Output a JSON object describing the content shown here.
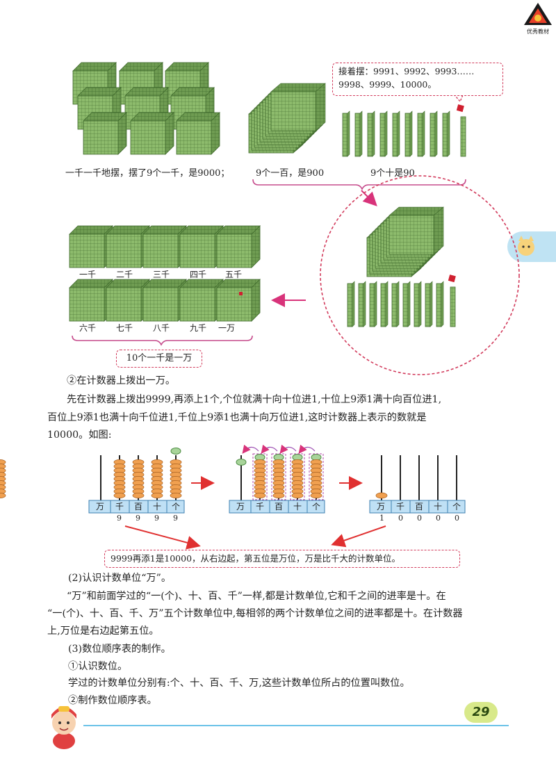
{
  "logo": {
    "text": "优秀教材"
  },
  "figure1": {
    "caption_left": "一千一千地摆，摆了9个一千，是9000；",
    "caption_hundreds": "9个一百，是900",
    "caption_tens": "9个十是90",
    "bubble_line1": "接着摆：9991、9992、9993……",
    "bubble_line2": "9998、9999、10000。",
    "row1_labels": [
      "一千",
      "二千",
      "三千",
      "四千",
      "五千"
    ],
    "row2_labels": [
      "六千",
      "七千",
      "八千",
      "九千",
      "一万"
    ],
    "ten_thousands_box": "10个一千是一万"
  },
  "text": {
    "step2_title": "②在计数器上拨出一万。",
    "para1_line1": "先在计数器上拨出9999,再添上1个,个位就满十向十位进1,十位上9添1满十向百位进1,",
    "para1_line2": "百位上9添1也满十向千位进1,千位上9添1也满十向万位进1,这时计数器上表示的数就是",
    "para1_line3": "10000。如图:",
    "abacus_conclusion": "9999再添1是10000，从右边起，第五位是万位，万是比千大的计数单位。",
    "section2_title": "(2)认识计数单位“万”。",
    "para2_line1": "“万”和前面学过的“一(个)、十、百、千”一样,都是计数单位,它和千之间的进率是十。在",
    "para2_line2": "“一(个)、十、百、千、万”五个计数单位中,每相邻的两个计数单位之间的进率都是十。在计数器",
    "para2_line3": "上,万位是右边起第五位。",
    "section3_title": "(3)数位顺序表的制作。",
    "step1_title": "①认识数位。",
    "para3": "学过的计数单位分别有:个、十、百、千、万,这些计数单位所占的位置叫数位。",
    "step2b_title": "②制作数位顺序表。"
  },
  "abacus": {
    "places": [
      "万",
      "千",
      "百",
      "十",
      "个"
    ],
    "digits_a": [
      "9",
      "9",
      "9",
      "9"
    ],
    "digits_c": [
      "1",
      "0",
      "0",
      "0",
      "0"
    ]
  },
  "page_number": "29",
  "colors": {
    "cube": "#8dbb6c",
    "cube_dark": "#5f8a45",
    "arrow": "#d8337a",
    "bead": "#f0a050",
    "bead_green": "#a8d49a",
    "place_bg": "#bfe0f5"
  }
}
